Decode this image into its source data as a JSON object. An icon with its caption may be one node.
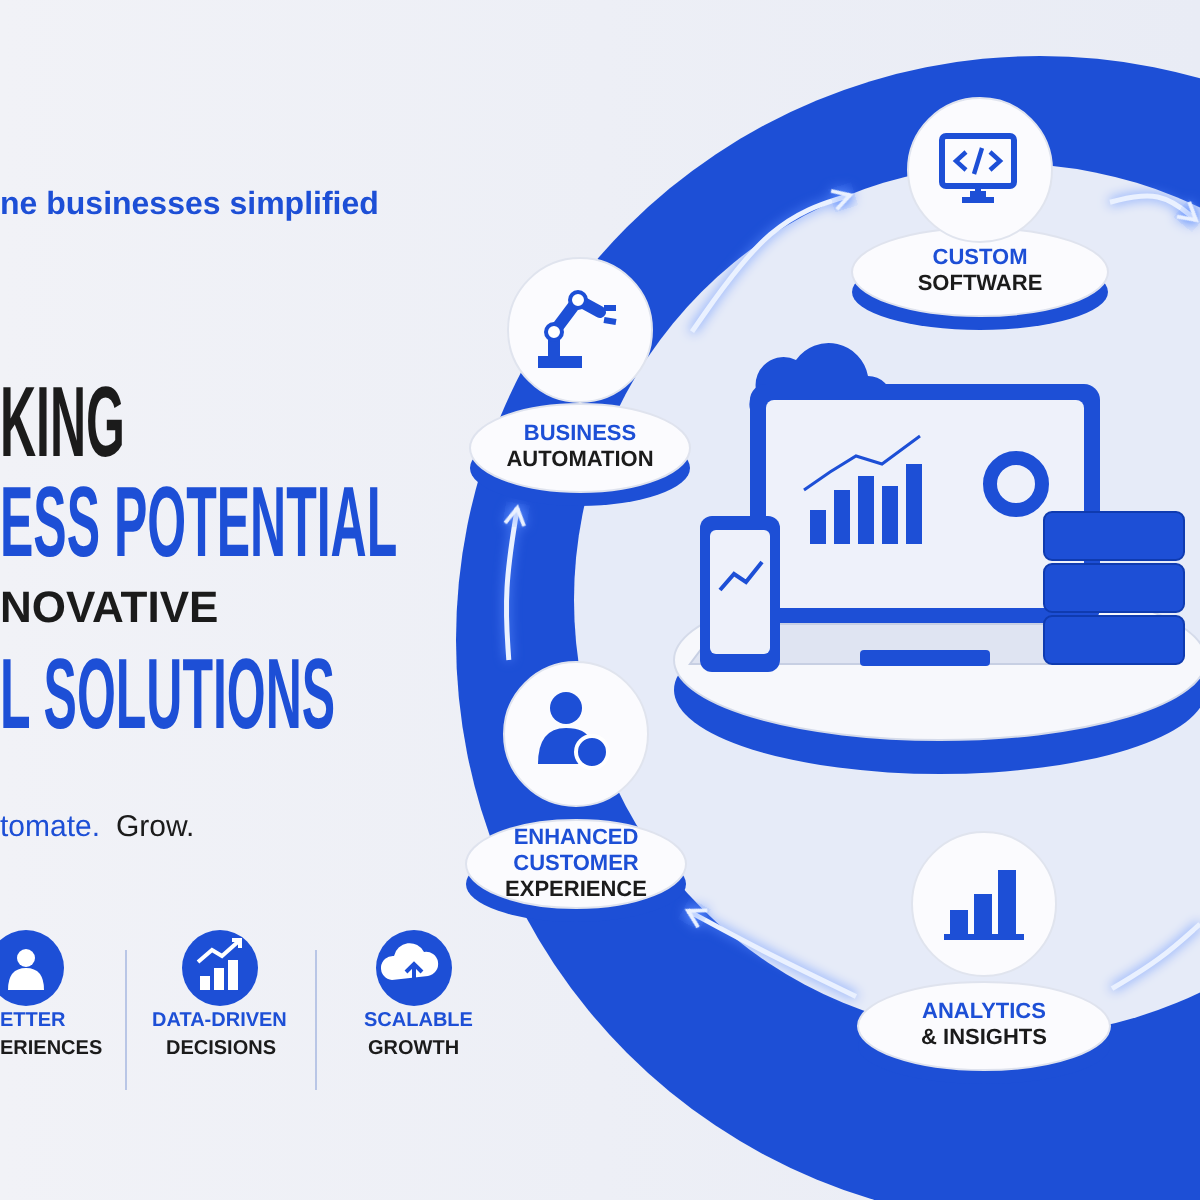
{
  "diagram": {
    "nodes": [
      {
        "text": [
          "CUSTOM",
          "SOFTWARE"
        ]
      },
      {
        "text": [
          "BUSINESS",
          "AUTOMATION"
        ]
      },
      {
        "text": [
          "ENHANCED CUSTOMER",
          "EXPERIENCE"
        ]
      },
      {
        "text": [
          "ANALYTICS",
          "& INSIGHTS"
        ]
      }
    ],
    "edges": [
      {
        "from": 1,
        "to": 0,
        "arrow": "to"
      },
      {
        "from": 0,
        "to": null,
        "arrow": "to"
      },
      {
        "from": null,
        "to": 3,
        "arrow": "none"
      },
      {
        "from": 3,
        "to": 2,
        "arrow": "to"
      },
      {
        "from": 2,
        "to": 1,
        "arrow": "to"
      }
    ],
    "labels": [
      "ne businesses simplified",
      "KING",
      "ESS POTENTIAL",
      "NOVATIVE",
      "L SOLUTIONS",
      "tomate.",
      "Grow.",
      "ETTER",
      "ERIENCES",
      "DATA-DRIVEN",
      "DECISIONS",
      "SCALABLE",
      "GROWTH"
    ]
  }
}
